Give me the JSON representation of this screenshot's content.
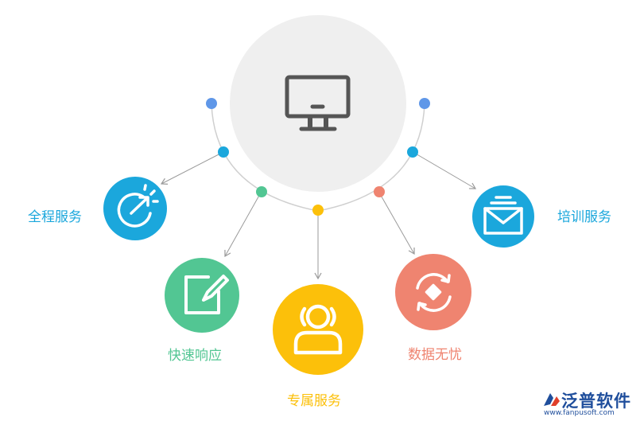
{
  "services": [
    {
      "label": "全程服务",
      "icon": "clock-arrow-icon",
      "color": "#1ba7dc"
    },
    {
      "label": "快速响应",
      "icon": "edit-icon",
      "color": "#52c693"
    },
    {
      "label": "专属服务",
      "icon": "user-icon",
      "color": "#fcc00a"
    },
    {
      "label": "数据无忧",
      "icon": "refresh-icon",
      "color": "#ef8470"
    },
    {
      "label": "培训服务",
      "icon": "mail-icon",
      "color": "#1ba7dc"
    }
  ],
  "center": {
    "icon": "monitor-icon",
    "color": "#efefef",
    "icon_color": "#555555"
  },
  "arc_dot_colors": [
    "#5f97e8",
    "#1ba7dc",
    "#52c693",
    "#fcc00a",
    "#ef8470",
    "#1ba7dc",
    "#5f97e8"
  ],
  "brand": {
    "name": "泛普软件",
    "url": "www.fanpusoft.com",
    "color": "#1f4e9c"
  }
}
